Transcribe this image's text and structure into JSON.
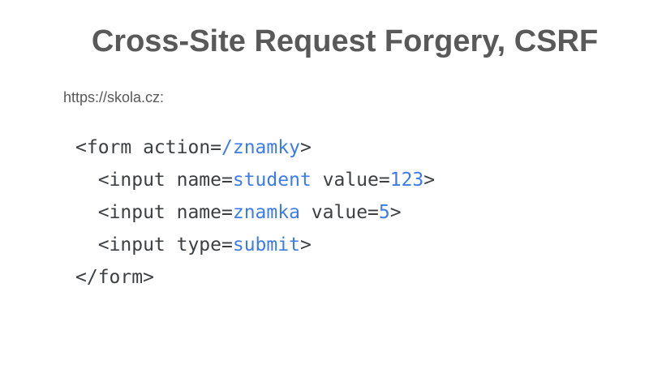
{
  "slide": {
    "title": "Cross-Site Request Forgery, CSRF",
    "url_label": "https://skola.cz:",
    "code": {
      "language": "html",
      "lines": [
        {
          "indent": 0,
          "segments": [
            {
              "text": "<form action=",
              "color": "plain"
            },
            {
              "text": "/znamky",
              "color": "accent"
            },
            {
              "text": ">",
              "color": "plain"
            }
          ]
        },
        {
          "indent": 2,
          "segments": [
            {
              "text": "<input name=",
              "color": "plain"
            },
            {
              "text": "student",
              "color": "accent"
            },
            {
              "text": " value=",
              "color": "plain"
            },
            {
              "text": "123",
              "color": "accent"
            },
            {
              "text": ">",
              "color": "plain"
            }
          ]
        },
        {
          "indent": 2,
          "segments": [
            {
              "text": "<input name=",
              "color": "plain"
            },
            {
              "text": "znamka",
              "color": "accent"
            },
            {
              "text": " value=",
              "color": "plain"
            },
            {
              "text": "5",
              "color": "accent"
            },
            {
              "text": ">",
              "color": "plain"
            }
          ]
        },
        {
          "indent": 2,
          "segments": [
            {
              "text": "<input type=",
              "color": "plain"
            },
            {
              "text": "submit",
              "color": "accent"
            },
            {
              "text": ">",
              "color": "plain"
            }
          ]
        },
        {
          "indent": 0,
          "segments": [
            {
              "text": "</form>",
              "color": "plain"
            }
          ]
        }
      ]
    },
    "colors": {
      "background": "#ffffff",
      "title_gray": "#595959",
      "code_plain": "#3d4043",
      "code_accent_blue": "#3d7ce8"
    }
  }
}
